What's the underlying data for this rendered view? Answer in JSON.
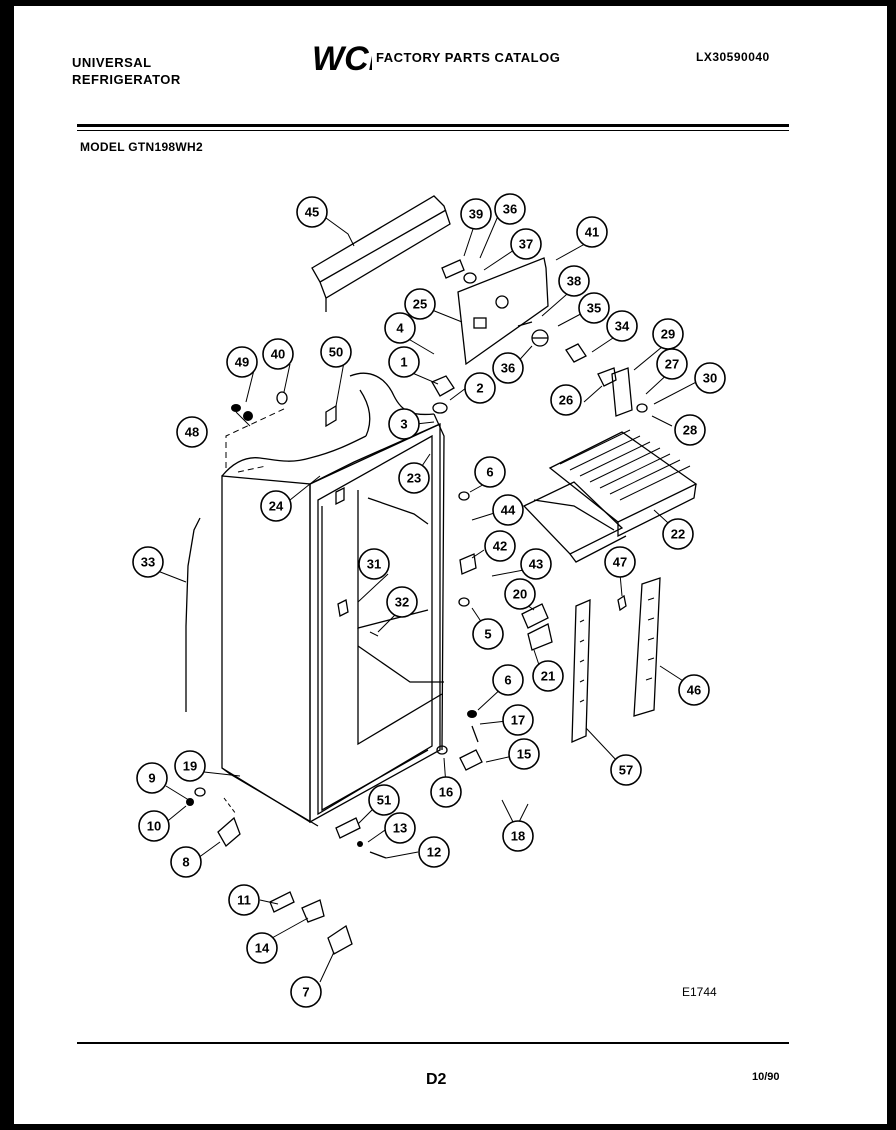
{
  "header": {
    "brand_line1": "UNIVERSAL",
    "brand_line2": "REFRIGERATOR",
    "logo_text": "WCI",
    "catalog_title": "FACTORY PARTS CATALOG",
    "document_id": "LX30590040"
  },
  "model_label": "MODEL GTN198WH2",
  "diagram": {
    "callouts": [
      "1",
      "2",
      "3",
      "4",
      "5",
      "6",
      "6",
      "7",
      "8",
      "9",
      "10",
      "11",
      "12",
      "13",
      "14",
      "15",
      "16",
      "17",
      "18",
      "19",
      "20",
      "21",
      "22",
      "23",
      "24",
      "25",
      "26",
      "27",
      "28",
      "29",
      "30",
      "31",
      "32",
      "33",
      "34",
      "35",
      "36",
      "36",
      "37",
      "38",
      "39",
      "40",
      "41",
      "42",
      "43",
      "44",
      "45",
      "46",
      "47",
      "48",
      "49",
      "50",
      "51",
      "57"
    ],
    "figure_code": "E1744"
  },
  "footer": {
    "page_number": "D2",
    "date": "10/90"
  }
}
